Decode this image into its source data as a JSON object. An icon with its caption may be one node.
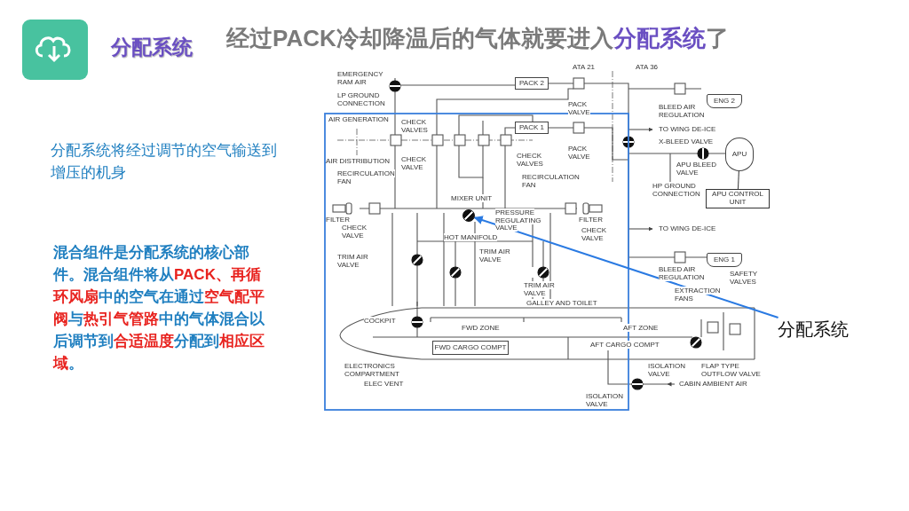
{
  "diagram": {
    "title": "经过PACK冷却降温后的气体就要进入**分配系统**了",
    "nodes": [
      {
        "text": [
          "PACK 2"
        ]
      },
      {
        "text": [
          "PACK 1"
        ]
      },
      {
        "text": [
          "ENG 2"
        ]
      },
      {
        "text": [
          "APU"
        ]
      },
      {
        "text": [
          "APU CONTROL UNIT"
        ]
      },
      {
        "text": [
          "FWD CARGO COMPT"
        ]
      },
      {
        "text": [
          "ENG 1"
        ]
      },
      {
        "text": [
          "分配系统"
        ]
      },
      {
        "text": [],
        "shape": "circle"
      }
    ],
    "edges": [
      {
        "from": 3,
        "to": 4,
        "arrow": "none"
      },
      {
        "from": 7,
        "to": 8,
        "arrow": "to",
        "color": "#2a7ae2"
      }
    ],
    "labels": [
      "分配系统",
      "分配系统将经过调节的空气输送到增压的机身",
      "混合组件是分配系统的核心部件。混合组件将从**PACK、再循环风扇**中的空气在通过**空气配平阀**与**热引气管路**中的气体混合以后调节到**合适温度**分配到**相应区域**。",
      "EMERGENCY RAM AIR",
      "ATA 21",
      "ATA 36",
      "LP GROUND CONNECTION",
      "PACK VALVE",
      "BLEED AIR REGULATION",
      "AIR GENERATION",
      "CHECK VALVES",
      "PACK VALVE",
      "TO WING DE-ICE",
      "X-BLEED VALVE",
      "AIR DISTRIBUTION",
      "CHECK VALVE",
      "CHECK VALVES",
      "RECIRCULATION FAN",
      "RECIRCULATION FAN",
      "APU BLEED VALVE",
      "HP GROUND CONNECTION",
      "MIXER UNIT",
      "FILTER",
      "PRESSURE REGULATING VALVE",
      "FILTER",
      "CHECK VALVE",
      "CHECK VALVE",
      "TO WING DE-ICE",
      "HOT MANIFOLD",
      "TRIM AIR VALVE",
      "TRIM AIR VALVE",
      "BLEED AIR REGULATION",
      "SAFETY VALVES",
      "TRIM AIR VALVE",
      "EXTRACTION FANS",
      "GALLEY AND TOILET",
      "COCKPIT",
      "FWD ZONE",
      "AFT ZONE",
      "AFT CARGO COMPT",
      "ELECTRONICS COMPARTMENT",
      "ISOLATION VALVE",
      "FLAP TYPE OUTFLOW VALVE",
      "ELEC VENT",
      "CABIN AMBIENT AIR",
      "ISOLATION VALVE"
    ]
  }
}
